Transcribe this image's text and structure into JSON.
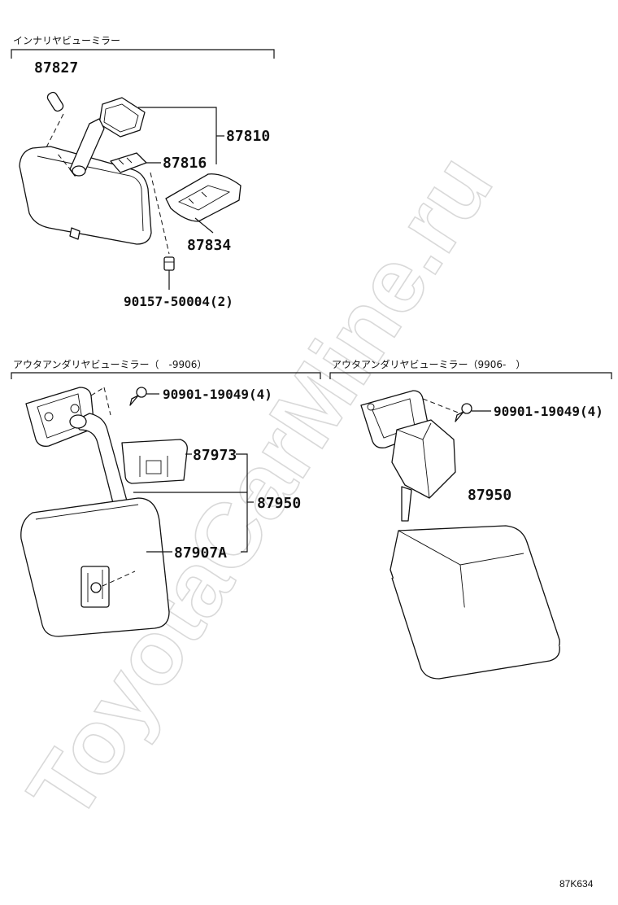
{
  "watermark": "ToyotaCarMine.ru",
  "diagram_code": "87K634",
  "sections": {
    "inner": {
      "title": "インナリヤビューミラー"
    },
    "outer_early": {
      "title": "アウタアンダリヤビューミラー（　-9906）"
    },
    "outer_late": {
      "title": "アウタアンダリヤビューミラー（9906-　）"
    }
  },
  "parts": {
    "p87827": "87827",
    "p87810": "87810",
    "p87816": "87816",
    "p87834": "87834",
    "p90157": "90157-50004(2)",
    "p87973": "87973",
    "p87950": "87950",
    "p87907a": "87907A",
    "p90901_left": "90901-19049(4)",
    "p90901_right": "90901-19049(4)",
    "p87950_right": "87950"
  }
}
